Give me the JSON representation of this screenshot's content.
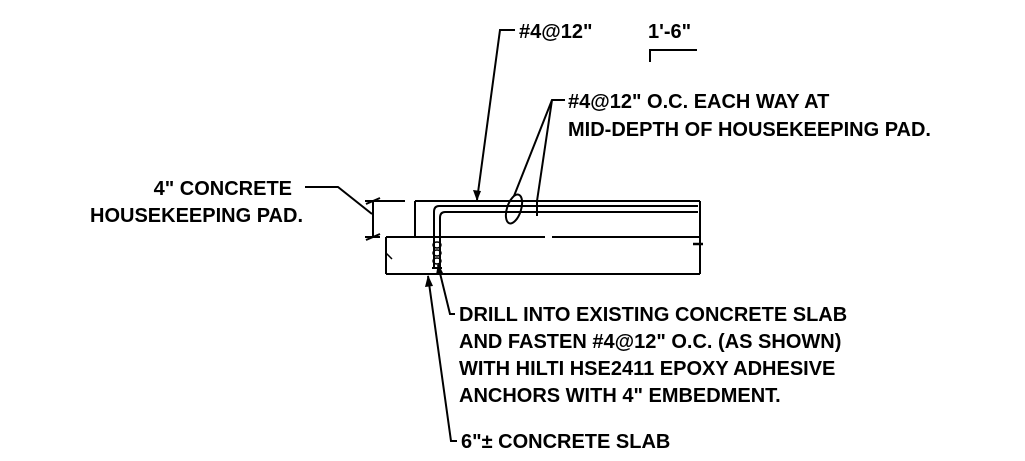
{
  "labels": {
    "rebar_callout": "#4@12\"",
    "dimension": "1'-6\"",
    "mid_depth_line1": "#4@12\" O.C. EACH WAY AT",
    "mid_depth_line2": "MID-DEPTH OF HOUSEKEEPING PAD.",
    "pad_line1": "4\" CONCRETE",
    "pad_line2": "HOUSEKEEPING PAD.",
    "drill_line1": "DRILL INTO EXISTING CONCRETE SLAB",
    "drill_line2": "AND FASTEN #4@12\" O.C. (AS SHOWN)",
    "drill_line3": "WITH HILTI HSE2411 EPOXY ADHESIVE",
    "drill_line4": "ANCHORS WITH 4\" EMBEDMENT.",
    "slab": "6\"± CONCRETE SLAB"
  },
  "colors": {
    "line": "#000000",
    "background": "#ffffff"
  }
}
